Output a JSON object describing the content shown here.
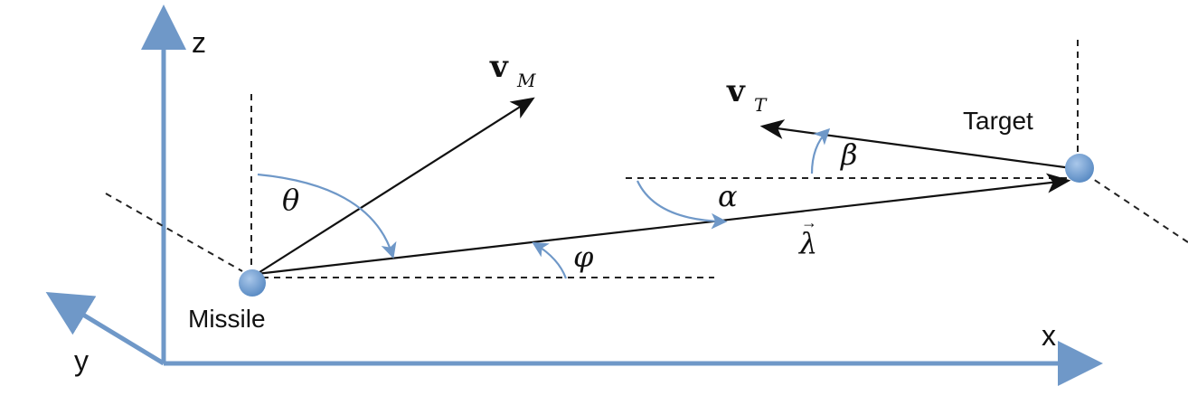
{
  "labels": {
    "z_axis": "z",
    "x_axis": "x",
    "y_axis": "y",
    "missile": "Missile",
    "target": "Target",
    "v_m_main": "v",
    "v_m_sub": "M",
    "v_t_main": "v",
    "v_t_sub": "T",
    "theta": "θ",
    "phi": "φ",
    "alpha": "α",
    "beta": "β",
    "lambda": "λ",
    "lambda_arrow": "→"
  },
  "colors": {
    "axis": "#6f98c8",
    "point": "#6f98c8",
    "line": "#111111"
  }
}
